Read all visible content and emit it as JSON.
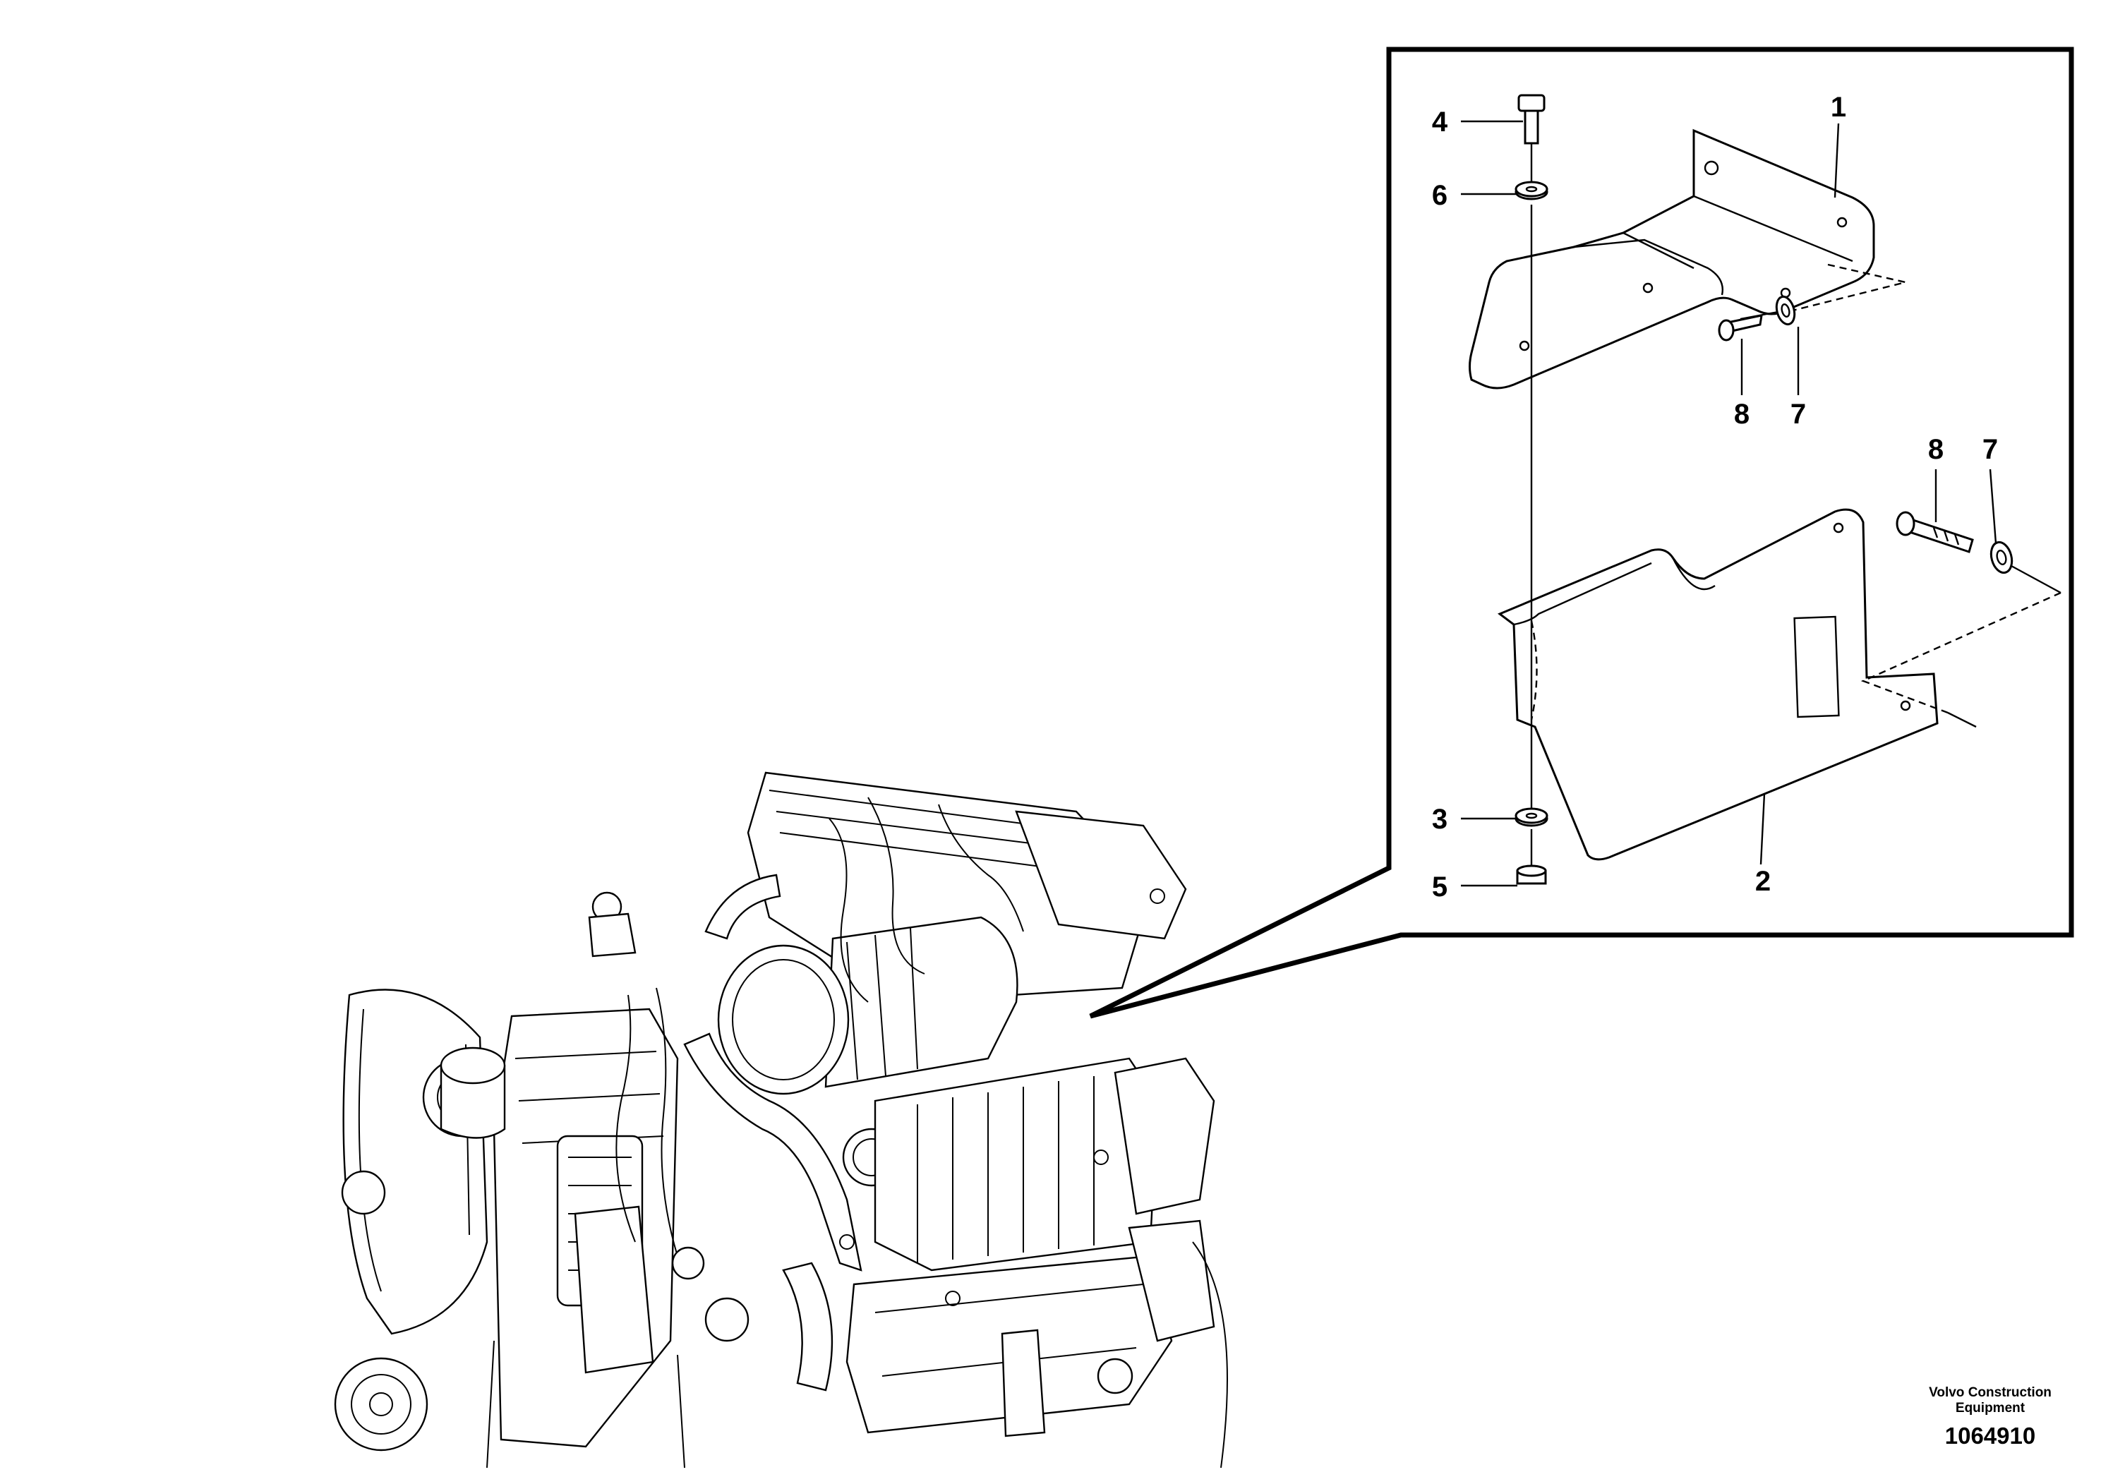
{
  "callouts": {
    "c1": "1",
    "c2": "2",
    "c3": "3",
    "c4": "4",
    "c5": "5",
    "c6": "6",
    "c7a": "7",
    "c7b": "7",
    "c8a": "8",
    "c8b": "8"
  },
  "brand": {
    "line1": "Volvo Construction",
    "line2": "Equipment",
    "drawing_number": "1064910"
  },
  "colors": {
    "line": "#000000",
    "background": "#ffffff"
  }
}
